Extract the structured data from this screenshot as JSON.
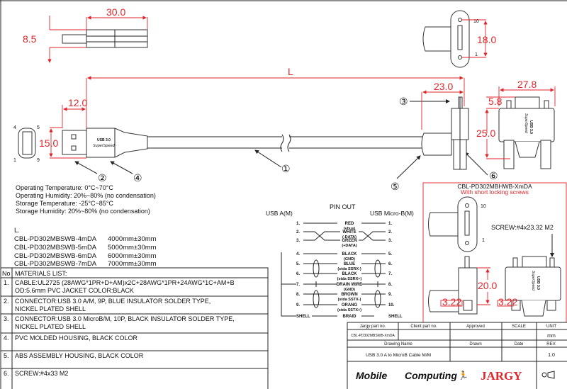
{
  "dimensions": {
    "top_len": "30.0",
    "top_h": "8.5",
    "plug_len": "12.0",
    "plug_h": "15.0",
    "cable_len": "L",
    "right_len": "23.0",
    "right_w": "27.8",
    "right_tab": "5.8",
    "right_h": "25.0",
    "micro_pitch": "18.0",
    "micro_pin_top": "10",
    "micro_pin_bottom": "1",
    "a_pins": [
      "4",
      "5",
      "1",
      "9"
    ]
  },
  "callouts": [
    "①",
    "②",
    "③",
    "④",
    "⑤",
    "⑥"
  ],
  "logo_text": {
    "usb": "USB 3.0",
    "superspeed": "SuperSpeed"
  },
  "environment": [
    "Operating Temperature: 0°C~70°C",
    "Operating Humidity: 20%~80% (no condensation)",
    "Storage Temperature: -25°C~85°C",
    "Storage  Humidity: 20%~80% (no condensation)"
  ],
  "lengths": {
    "title": "L.",
    "rows": [
      {
        "part": "CBL-PD302MBSWB-4mDA",
        "len": "4000mm±30mm"
      },
      {
        "part": "CBL-PD302MBSWB-5mDA",
        "len": "5000mm±30mm"
      },
      {
        "part": "CBL-PD302MBSWB-6mDA",
        "len": "6000mm±30mm"
      },
      {
        "part": "CBL-PD302MBSWB-7mDA",
        "len": "7000mm±30mm"
      }
    ]
  },
  "materials": {
    "col_no": "No",
    "title": "MATERIALS LIST:",
    "rows": [
      {
        "no": "1.",
        "l1": "CABLE:UL2725 (28AWG*1PR+D+AM)x2C+28AWG*1PR+24AWG*1C+AM+B",
        "l2": "OD:5.6mm  PVC JACKET COLOR:BLACK"
      },
      {
        "no": "2.",
        "l1": "CONNECTOR:USB 3.0 A/M, 9P, BLUE INSULATOR SOLDER TYPE,",
        "l2": "NICKEL PLATED SHELL"
      },
      {
        "no": "3.",
        "l1": "CONNECTOR:USB 3.0 MicroB/M, 10P, BLACK INSULATOR SOLDER TYPE,",
        "l2": "NICKEL PLATED SHELL"
      },
      {
        "no": "4.",
        "l1": "PVC MOLDED HOUSING, BLACK COLOR",
        "l2": ""
      },
      {
        "no": "5.",
        "l1": "ABS ASSEMBLY HOUSING, BLACK COLOR",
        "l2": ""
      },
      {
        "no": "6.",
        "l1": "SCREW:#4x33 M2",
        "l2": ""
      }
    ]
  },
  "pinout": {
    "title": "PIN OUT",
    "left": "USB A(M)",
    "right": "USB Micro-B(M)",
    "rows": [
      {
        "l": "1.",
        "w": "RED",
        "s": "(vbus)",
        "r": "1."
      },
      {
        "l": "2.",
        "w": "WHITE",
        "s": "(-DATA)",
        "r": "2."
      },
      {
        "l": "3.",
        "w": "GREEN",
        "s": "(+DATA)",
        "r": "3."
      },
      {
        "l": "4.",
        "w": "BLACK",
        "s": "(GND)",
        "r": "5."
      },
      {
        "l": "5.",
        "w": "BLUE",
        "s": "(stda SSRX-)",
        "r": "6."
      },
      {
        "l": "6.",
        "w": "BLACK",
        "s": "(stda SSRX+)",
        "r": "7."
      },
      {
        "l": "7.",
        "w": "DRAIN WIRE",
        "s": "(GND)",
        "r": "8."
      },
      {
        "l": "8.",
        "w": "BROWN",
        "s": "(stda SSTX-)",
        "r": "9."
      },
      {
        "l": "9.",
        "w": "ORANG",
        "s": "(stda SSTX+)",
        "r": "10."
      },
      {
        "l": "SHELL",
        "w": "BRAID",
        "s": "",
        "r": "SHELL"
      }
    ]
  },
  "variant": {
    "part": "CBL-PD302MBHWB-XmDA",
    "note": "With short locking screws",
    "screw": "SCREW:#4x23.32 M2",
    "dim_h": "20.0",
    "dim_a": "3.22",
    "dim_b": "3.22",
    "pin_top": "10",
    "pin_bottom": "1"
  },
  "title_block": {
    "h_jargy": "Jargy part no.",
    "h_client": "Client part no.",
    "h_approved": "Approved",
    "h_scale": "SCALE",
    "h_unit": "UNIT",
    "jargy_part": "CBL-PD302MBSWB-XmDA",
    "unit": "mm",
    "h_drawing": "Drawing Name",
    "h_drawn": "Drawn",
    "h_date": "Date",
    "h_rev": "REV.",
    "drawing_name": "USB 3.0 A to MicroB Cable M/M",
    "rev": "1.0",
    "logo_mobile": "Mobile",
    "logo_computing": "Computing",
    "logo_jargy": "JARGY"
  },
  "colors": {
    "dimension": "#e0262b",
    "line": "#222222"
  }
}
